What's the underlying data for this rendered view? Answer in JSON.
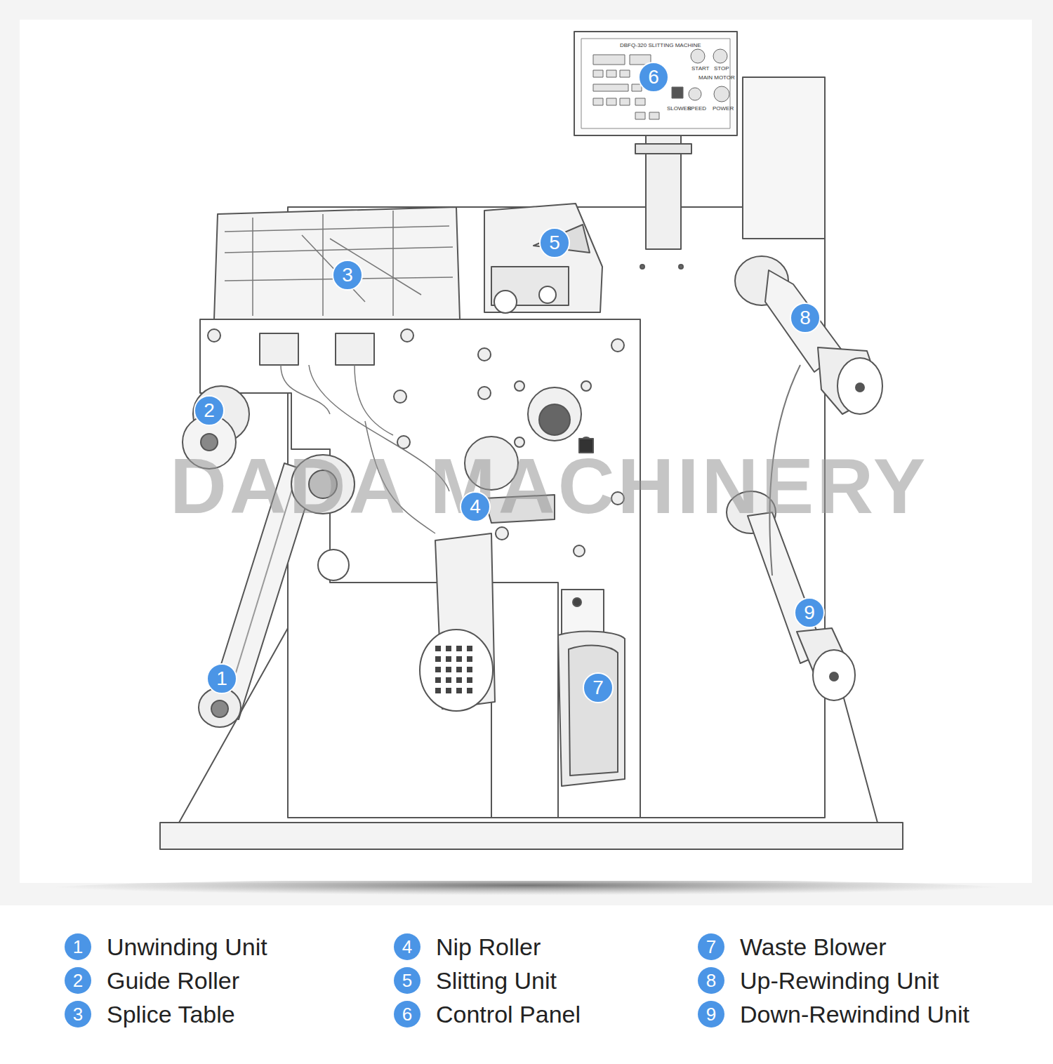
{
  "diagram": {
    "nodes": [
      {
        "text": [
          "1"
        ]
      },
      {
        "text": [
          "2"
        ]
      },
      {
        "text": [
          "3"
        ]
      },
      {
        "text": [
          "4"
        ]
      },
      {
        "text": [
          "5"
        ]
      },
      {
        "text": [
          "6"
        ]
      },
      {
        "text": [
          "7"
        ]
      },
      {
        "text": [
          "8"
        ]
      },
      {
        "text": [
          "9"
        ]
      },
      {
        "text": [
          "1",
          "Unwinding Unit"
        ]
      },
      {
        "text": [
          "2",
          "Guide Roller"
        ]
      },
      {
        "text": [
          "3",
          "Splice Table"
        ]
      },
      {
        "text": [
          "4",
          "Nip Roller"
        ]
      },
      {
        "text": [
          "5",
          "Slitting Unit"
        ]
      },
      {
        "text": [
          "6",
          "Control Panel"
        ]
      },
      {
        "text": [
          "7",
          "Waste Blower"
        ]
      },
      {
        "text": [
          "8",
          "Up-Rewinding Unit"
        ]
      },
      {
        "text": [
          "9",
          "Down-Rewindind Unit"
        ]
      }
    ],
    "labels": [
      "DADA MACHINERY",
      "DBFQ-320 SLITTING MACHINE",
      "START",
      "STOP",
      "MAIN MOTOR",
      "SLOWER",
      "SPEED",
      "POWER"
    ]
  }
}
